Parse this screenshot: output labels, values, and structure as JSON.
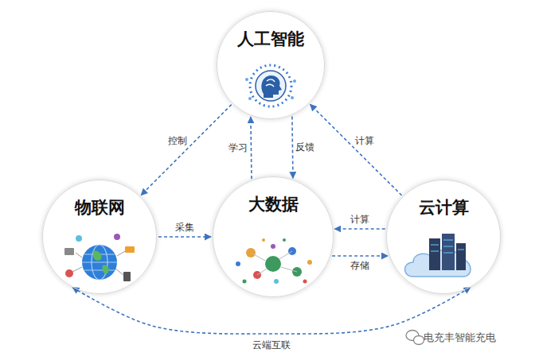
{
  "diagram": {
    "nodes": [
      {
        "text": [
          "人工智能"
        ]
      },
      {
        "text": [
          "物联网"
        ]
      },
      {
        "text": [
          "大数据"
        ]
      },
      {
        "text": [
          "云计算"
        ]
      }
    ],
    "edges": [
      {
        "from": 0,
        "to": 1,
        "label": "控制",
        "arrow": "to"
      },
      {
        "from": 2,
        "to": 0,
        "label": "学习",
        "arrow": "to"
      },
      {
        "from": 0,
        "to": 2,
        "label": "反馈",
        "arrow": "to"
      },
      {
        "from": 3,
        "to": 0,
        "label": "计算",
        "arrow": "to"
      },
      {
        "from": 1,
        "to": 2,
        "label": "采集",
        "arrow": "to"
      },
      {
        "from": 3,
        "to": 2,
        "label": "计算",
        "arrow": "to"
      },
      {
        "from": 2,
        "to": 3,
        "label": "存储",
        "arrow": "to"
      },
      {
        "from": 1,
        "to": 3,
        "label": "云端互联",
        "arrow": "both"
      }
    ],
    "labels": [
      "电充丰智能充电"
    ]
  }
}
